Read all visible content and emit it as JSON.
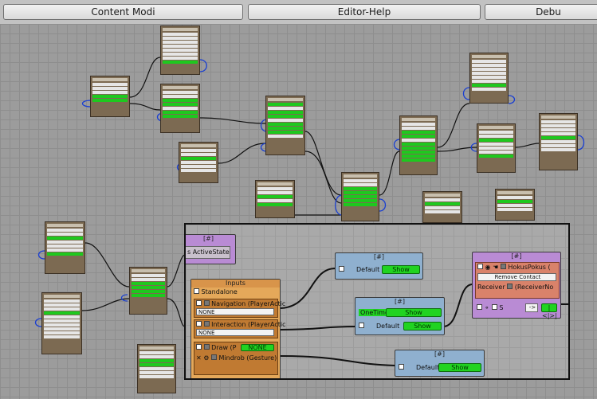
{
  "tabs": [
    "Content Modi",
    "Editor-Help",
    "Debu"
  ],
  "overlay": {
    "purple_left": {
      "title": "[#]",
      "label": "s ActiveState"
    },
    "inputs": {
      "title": "Inputs",
      "standalone": "Standalone",
      "navigation": "Navigation (PlayerActic",
      "nav_value": "NONE",
      "interaction": "Interaction (PlayerActic",
      "int_value": "NONE",
      "draw": "Draw (P",
      "draw_value": "NONE",
      "mindrob": "Mindrob (Gesture)"
    },
    "node_top": {
      "title": "[#]",
      "default_label": "Default",
      "show_label": "Show"
    },
    "node_mid": {
      "title": "[#]",
      "onetime_label": "OneTime",
      "onetime_show": "Show",
      "default_label": "Default",
      "show_label": "Show"
    },
    "node_bottom": {
      "title": "[#]",
      "default_label": "Default",
      "show_label": "Show"
    },
    "purple_right": {
      "title": "[#]",
      "hokuspokus": "HokusPokus (",
      "remove_contact": "Remove Contact",
      "receiver_label": "Receiver",
      "receiver_value": "(ReceiverNo",
      "s_label": "S",
      "arrow_label": "->",
      "arrows_label": "|<|>|"
    }
  },
  "colors": {
    "green": "#21d321",
    "purple": "#b98bd4",
    "blue": "#8fb0cf",
    "orange": "#e4a85a",
    "mini_node": "#7c6a52"
  }
}
